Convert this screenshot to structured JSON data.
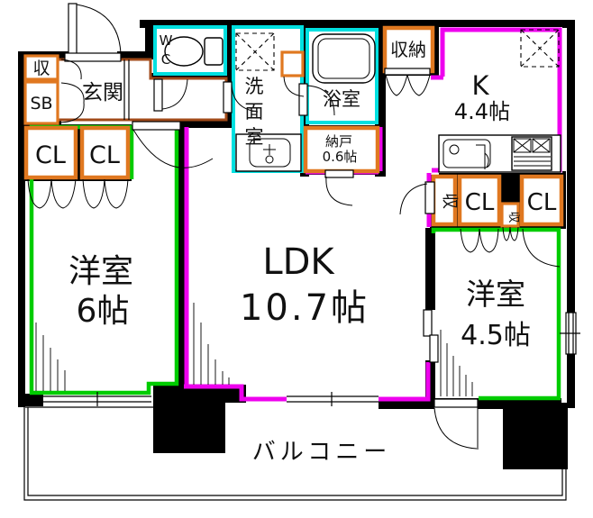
{
  "title": "apartment-floorplan",
  "labels": {
    "wc_line1": "W",
    "wc_line2": "C",
    "entrance": "玄関",
    "storage_char": "収",
    "shoe_box": "SB",
    "closet": "CL",
    "washroom_char1": "洗",
    "washroom_char2": "面",
    "washroom_char3": "室",
    "bathroom": "浴室",
    "storage_room_name": "納戸",
    "storage_room_size": "0.6帖",
    "storage_full": "収納",
    "kitchen_name": "K",
    "kitchen_size": "4.4帖",
    "west6_name": "洋室",
    "west6_size": "6帖",
    "ldk_name": "LDK",
    "ldk_size": "10.7帖",
    "west45_name": "洋室",
    "west45_size": "4.5帖",
    "balcony": "バルコニー"
  },
  "colors": {
    "wall": "#000000",
    "floor": "#ffffff",
    "wet_area_border": "#00e0e0",
    "kitchen_ldk_border": "#ee00ee",
    "bedroom_border": "#00cc00",
    "closet_border": "#e07820",
    "entrance_border": "#a14a19"
  }
}
